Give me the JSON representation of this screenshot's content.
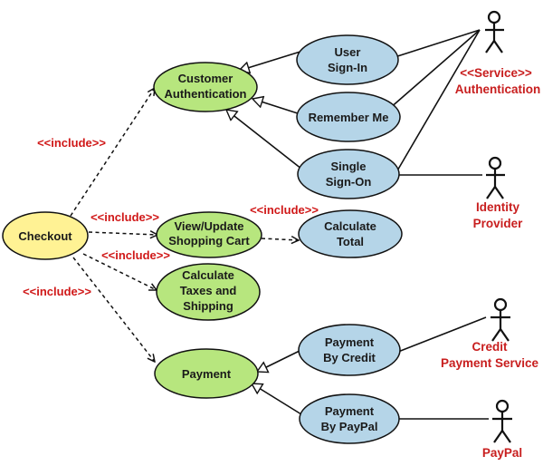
{
  "use_cases": {
    "checkout": "Checkout",
    "customer_auth": [
      "Customer",
      "Authentication"
    ],
    "user_signin": [
      "User",
      "Sign-In"
    ],
    "remember_me": "Remember Me",
    "single_signon": [
      "Single",
      "Sign-On"
    ],
    "view_cart": [
      "View/Update",
      "Shopping Cart"
    ],
    "calc_total": [
      "Calculate",
      "Total"
    ],
    "calc_taxes": [
      "Calculate",
      "Taxes and",
      "Shipping"
    ],
    "payment": "Payment",
    "payment_credit": [
      "Payment",
      "By Credit"
    ],
    "payment_paypal": [
      "Payment",
      "By PayPal"
    ]
  },
  "include_label": "<<include>>",
  "actors": {
    "auth_service": [
      "<<Service>>",
      "Authentication"
    ],
    "identity_provider": [
      "Identity",
      "Provider"
    ],
    "credit_service": [
      "Credit",
      "Payment Service"
    ],
    "paypal": "PayPal"
  },
  "colors": {
    "green_fill": "#b7e67e",
    "blue_fill": "#b5d5e8",
    "yellow_fill": "#fff294",
    "actor_label": "#c81e1e",
    "include_label": "#d01818"
  }
}
